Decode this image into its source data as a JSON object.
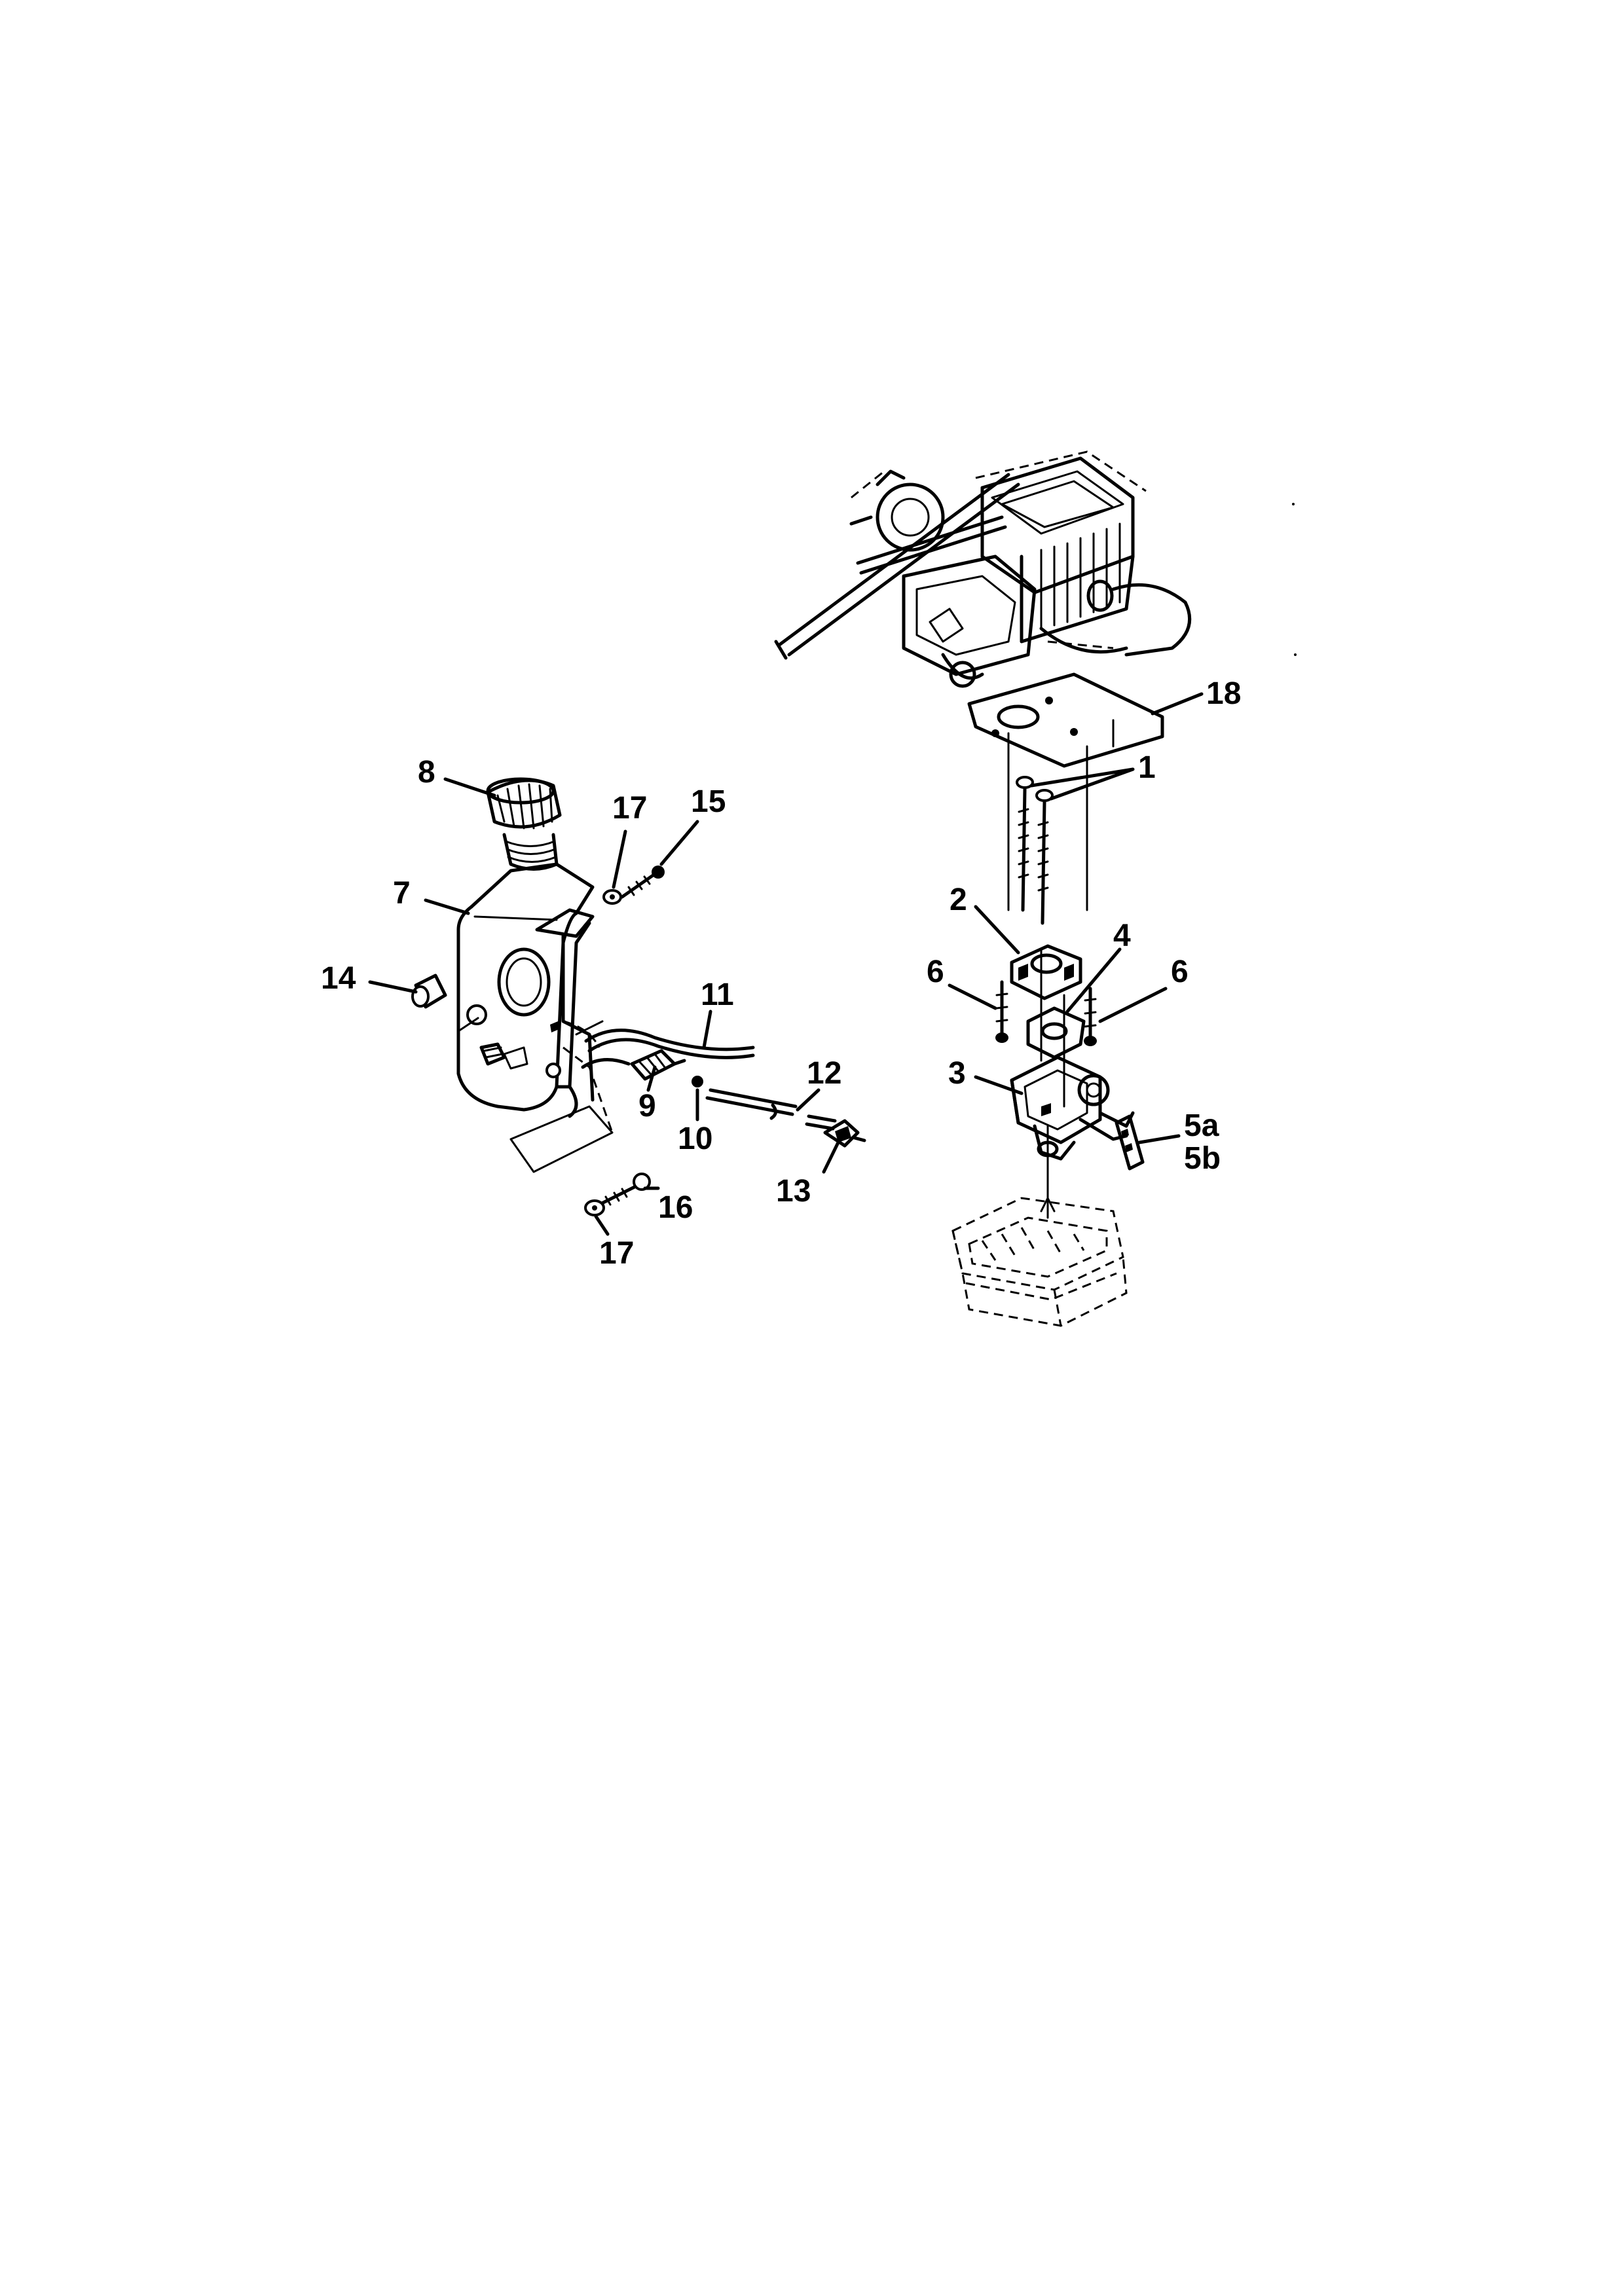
{
  "callouts": {
    "c1": "1",
    "c2": "2",
    "c3": "3",
    "c4": "4",
    "c5a": "5a",
    "c5b": "5b",
    "c6_left": "6",
    "c6_right": "6",
    "c7": "7",
    "c8": "8",
    "c9": "9",
    "c10": "10",
    "c11": "11",
    "c12": "12",
    "c13": "13",
    "c14": "14",
    "c15": "15",
    "c16": "16",
    "c17_top": "17",
    "c17_bottom": "17",
    "c18": "18"
  },
  "colors": {
    "ink": "#000000",
    "paper": "#ffffff"
  }
}
